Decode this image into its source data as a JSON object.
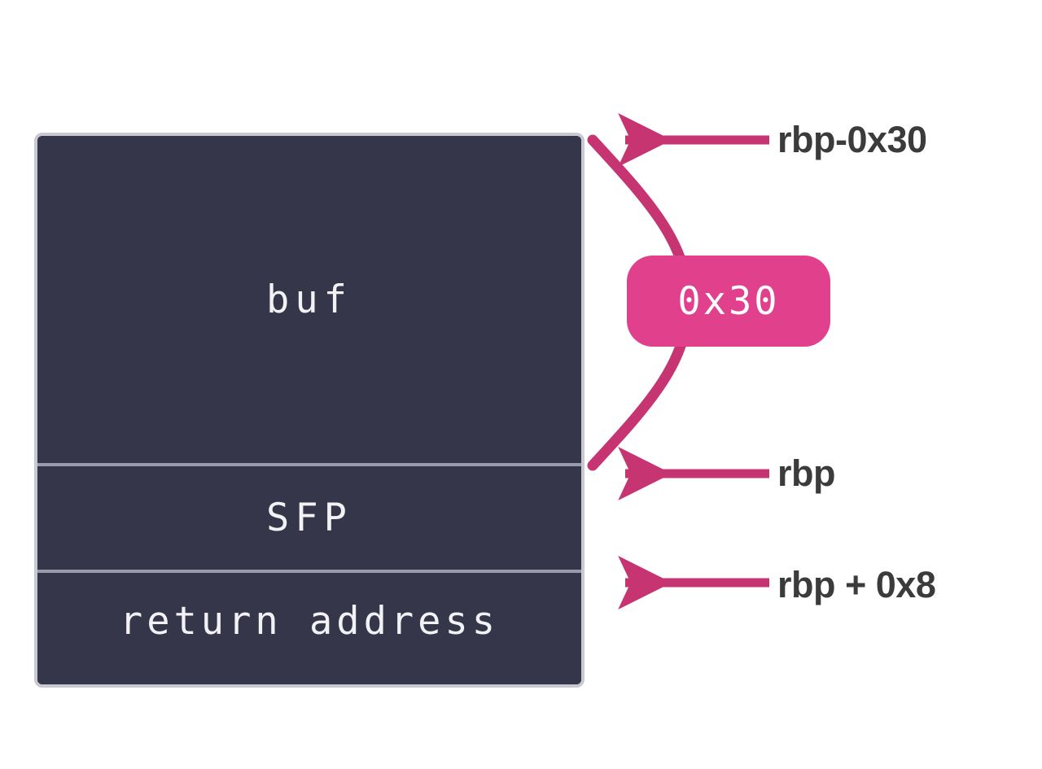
{
  "diagram": {
    "title": "stack-frame-layout",
    "colors": {
      "box_fill": "#353649",
      "box_border": "#c9c9d2",
      "divider": "#9b9bac",
      "badge_fill": "#e0408c",
      "arrow": "#c63472",
      "label_text": "#3b3b3b",
      "cell_text": "#f2f2f5",
      "background": "#ffffff"
    },
    "stack_cells": [
      {
        "id": "buf",
        "label": "buf"
      },
      {
        "id": "sfp",
        "label": "SFP"
      },
      {
        "id": "return-address",
        "label": "return address"
      }
    ],
    "size_badge": {
      "label": "0x30"
    },
    "pointer_labels": [
      {
        "id": "rbp-minus-0x30",
        "label": "rbp-0x30"
      },
      {
        "id": "rbp",
        "label": "rbp"
      },
      {
        "id": "rbp-plus-0x8",
        "label": "rbp + 0x8"
      }
    ]
  }
}
